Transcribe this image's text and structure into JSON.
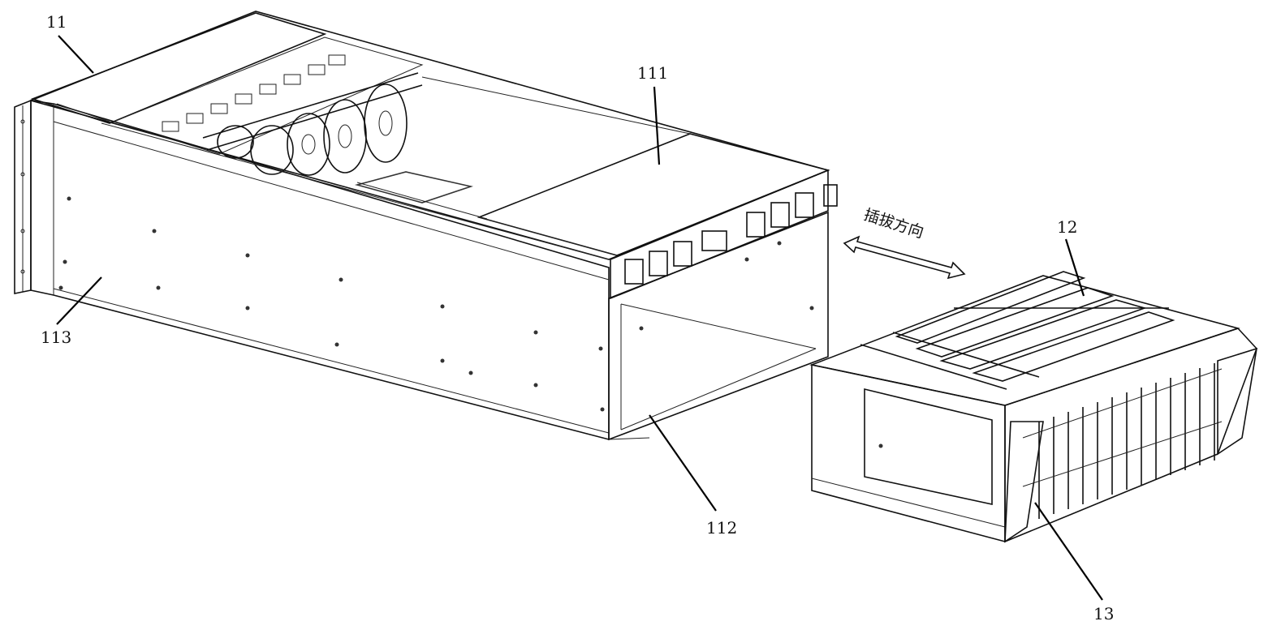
{
  "labels": {
    "chassis": "11",
    "top_cover": "111",
    "bottom_plate": "112",
    "side_panel": "113",
    "drive_cage": "12",
    "drive_array": "13"
  },
  "direction_text": "插拔方向"
}
